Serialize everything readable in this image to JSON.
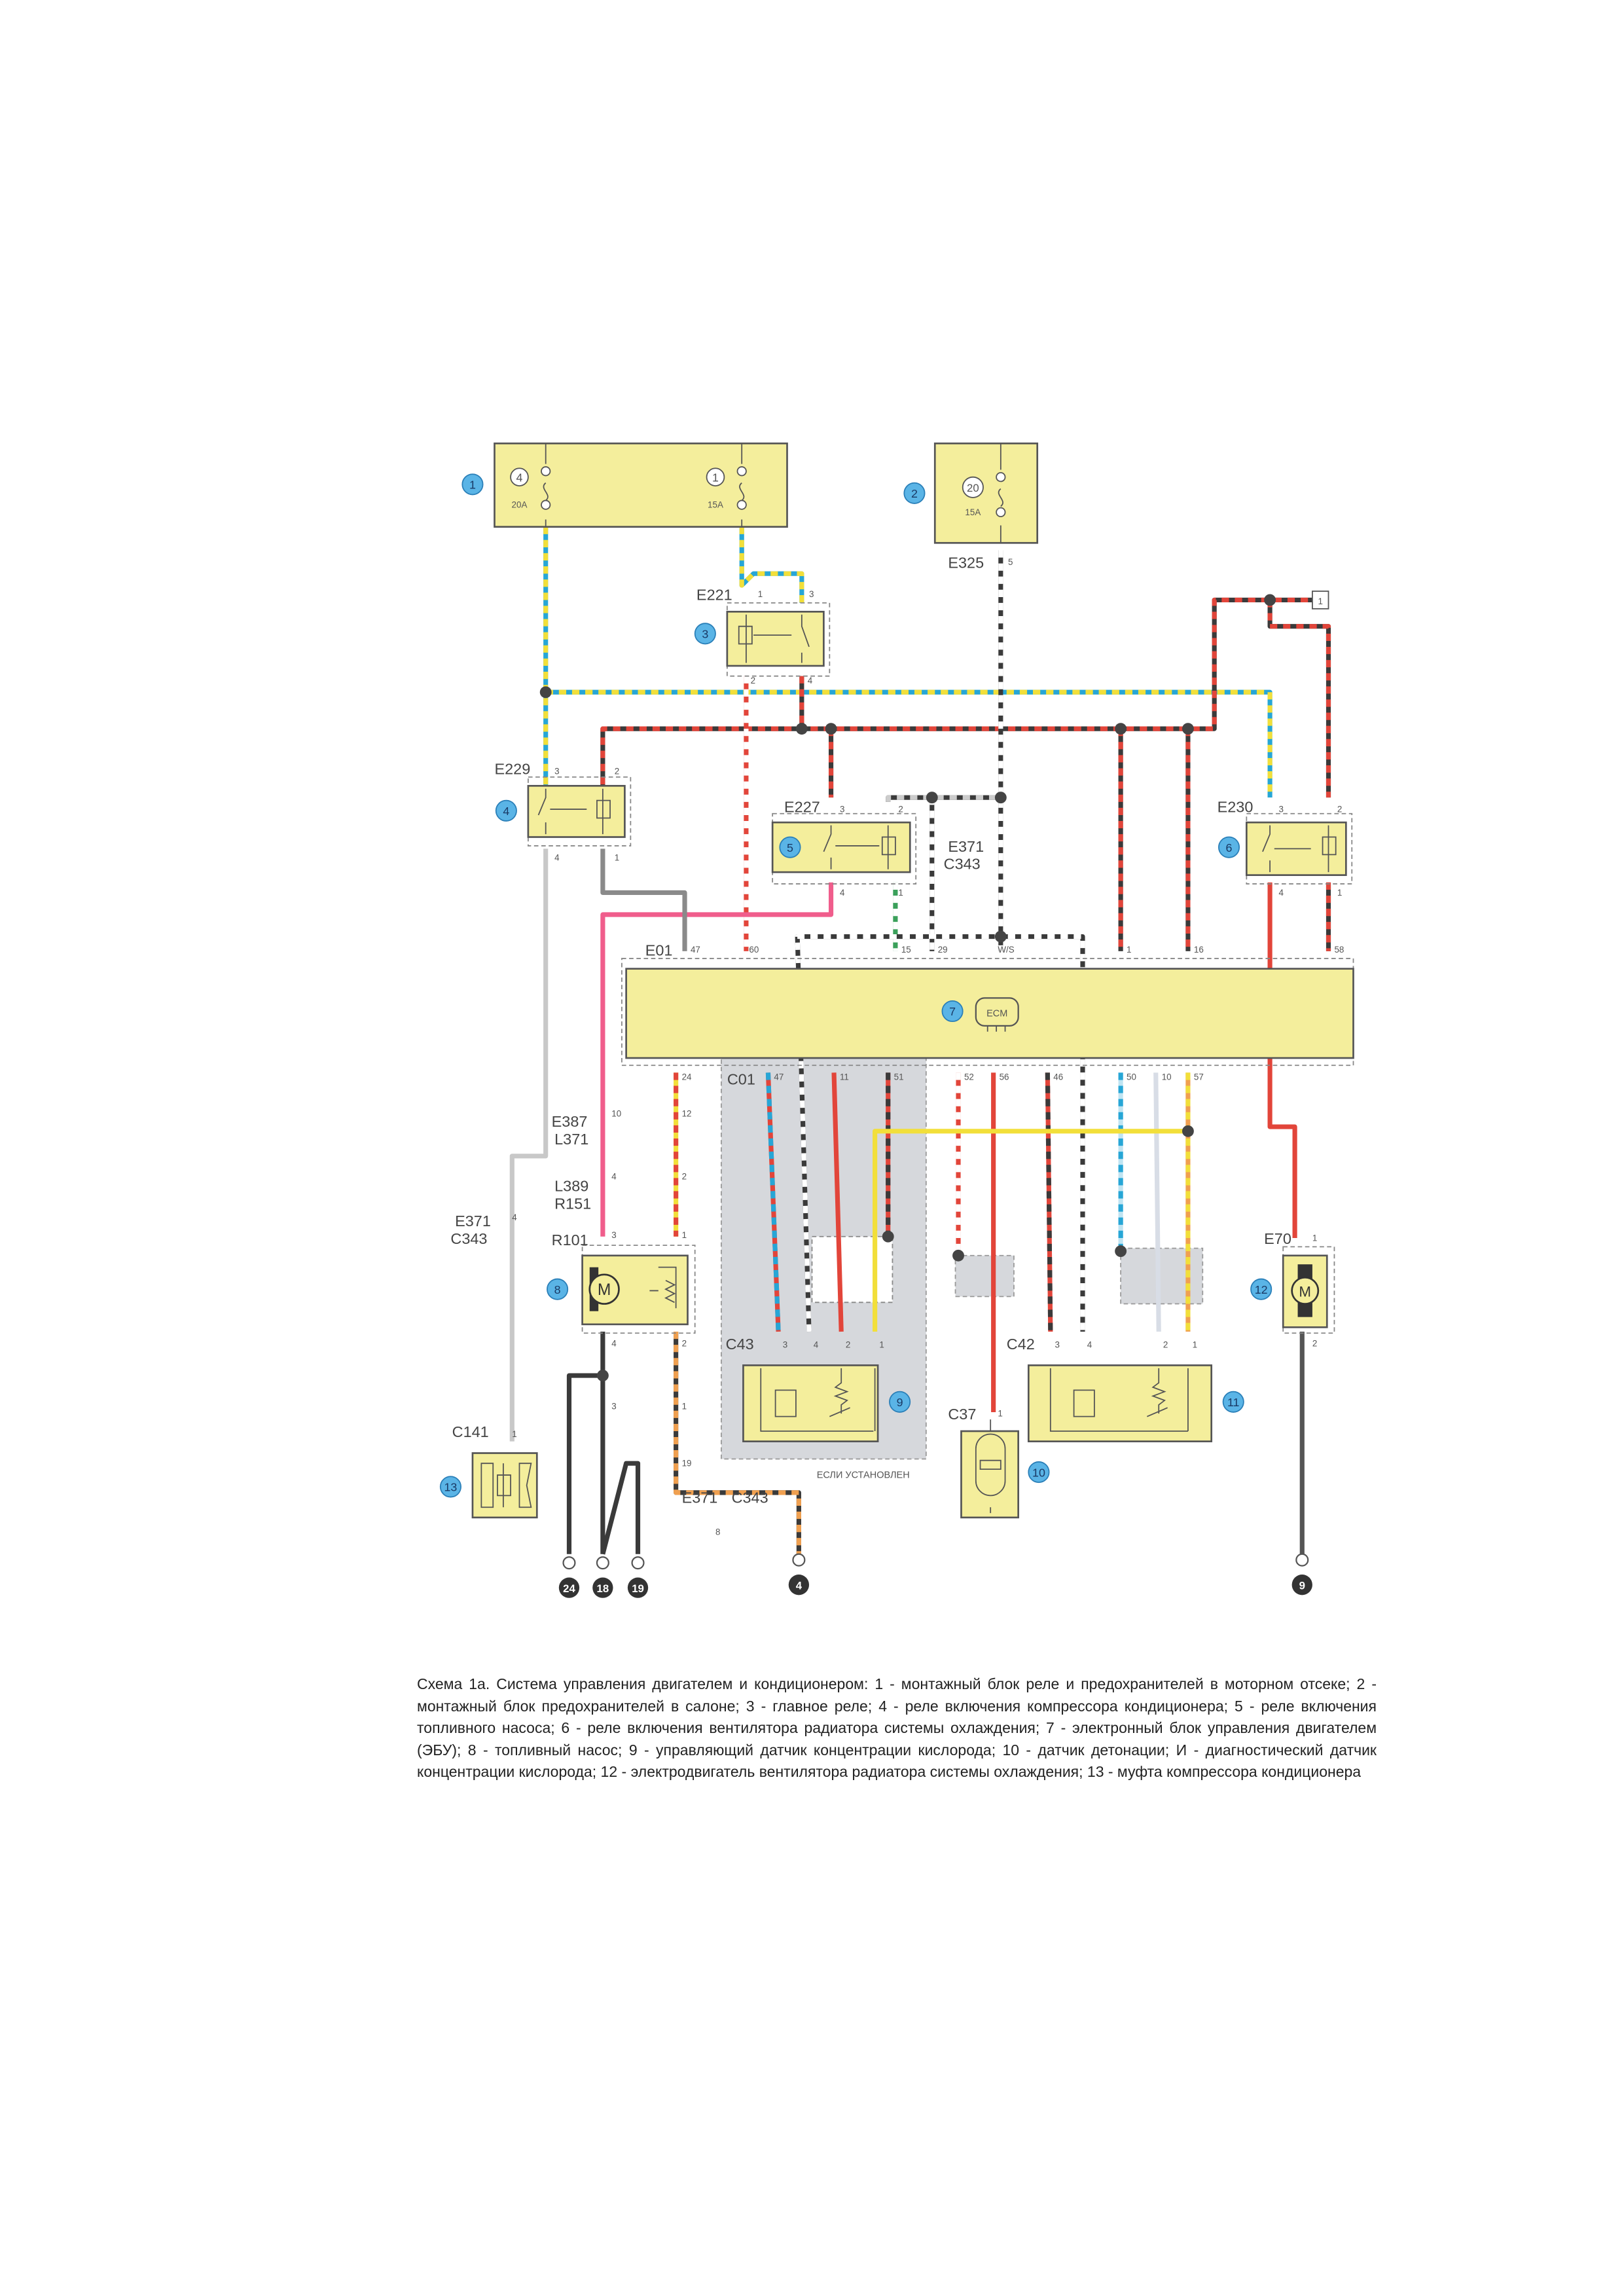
{
  "colors": {
    "box": "#f4ee9c",
    "badge": "#5ab4e6",
    "red": "#e2453a",
    "black": "#3a3a3a",
    "blue": "#27a6d6",
    "yellow": "#f2df3a",
    "pink": "#f05d8c",
    "green": "#3aa05a",
    "orange": "#f0a050",
    "gray": "#8a8a8a",
    "shade": "#d6d8dc"
  },
  "badges": [
    "1",
    "2",
    "3",
    "4",
    "5",
    "6",
    "7",
    "8",
    "9",
    "10",
    "11",
    "12",
    "13"
  ],
  "fuses": [
    {
      "num": "4",
      "rating": "20A"
    },
    {
      "num": "1",
      "rating": "15A"
    },
    {
      "num": "20",
      "rating": "15A"
    }
  ],
  "connectors": {
    "e325": "E325",
    "e325_pin": "5",
    "e221": "E221",
    "e221_p1": "1",
    "e221_p3": "3",
    "r3_p2": "2",
    "r3_p4": "4",
    "e229": "E229",
    "r4_p3": "3",
    "r4_p2": "2",
    "r4_p4": "4",
    "r4_p1": "1",
    "e227": "E227",
    "r5_p3": "3",
    "r5_p2": "2",
    "r5_p4": "4",
    "r5_p1": "1",
    "e230": "E230",
    "r6_p3": "3",
    "r6_p2": "2",
    "r6_p4": "4",
    "r6_p1": "1",
    "e371": "E371",
    "c343": "C343",
    "ref_box": "1",
    "e01": "E01",
    "ecm_top_pins": [
      "47",
      "60",
      "15",
      "29",
      "W/S",
      "1",
      "16",
      "58"
    ],
    "c01": "C01",
    "ecm_bottom_pins": [
      "24",
      "47",
      "11",
      "51",
      "52",
      "56",
      "46",
      "50",
      "10",
      "57"
    ],
    "e387": "E387",
    "l371": "L371",
    "l389": "L389",
    "r151": "R151",
    "r101": "R101",
    "pins_left": [
      "10",
      "12",
      "4",
      "2",
      "3",
      "1",
      "4",
      "2",
      "3",
      "1",
      "19",
      "8",
      "4"
    ],
    "c43": "C43",
    "c43_pins": [
      "3",
      "4",
      "2",
      "1"
    ],
    "c42": "C42",
    "c42_pins": [
      "3",
      "4",
      "2",
      "1"
    ],
    "c37": "C37",
    "c37_pin": "1",
    "e70": "E70",
    "e70_p1": "1",
    "e70_p2": "2",
    "c141": "C141",
    "c141_pin": "1"
  },
  "ecm_icon_label": "ECM",
  "motor_label": "M",
  "optional_note": "ЕСЛИ УСТАНОВЛЕН",
  "grounds": [
    "24",
    "18",
    "19",
    "4",
    "9"
  ],
  "caption": "Схема 1а. Система управления двигателем и кондиционером: 1 - монтажный блок реле и предохранителей в моторном отсеке; 2 - монтажный блок предохранителей в салоне; 3 - главное реле; 4 - реле включения компрессора кондиционера; 5 - реле включения топливного насоса; 6 - реле включения вентилятора радиатора системы охлаждения; 7 - электронный блок управления двигателем (ЭБУ); 8 - топливный насос; 9 - управляющий датчик концентрации кислорода; 10 - датчик детонации; И - диагностический датчик концентрации кислорода; 12 - электродвигатель вентилятора радиатора системы охлаждения; 13 - муфта компрессора кондиционера"
}
